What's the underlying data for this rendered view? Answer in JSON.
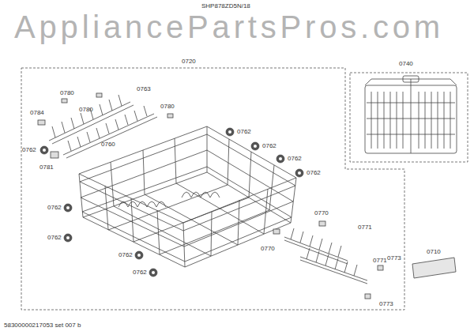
{
  "diagram": {
    "title": "SHP878ZD5N/18",
    "nodes": [
      {
        "text": [
          "0720"
        ]
      },
      {
        "text": [
          "0740"
        ]
      }
    ],
    "labels": [
      "AppliancePartsPros.com",
      "0780",
      "0780",
      "0763",
      "0780",
      "0784",
      "0762",
      "0760",
      "0781",
      "0762",
      "0762",
      "0762",
      "0762",
      "0762",
      "0762",
      "0762",
      "0762",
      "0770",
      "0770",
      "0771",
      "0771",
      "0773",
      "0773",
      "0710",
      "58300000217053 set 007 b"
    ]
  }
}
